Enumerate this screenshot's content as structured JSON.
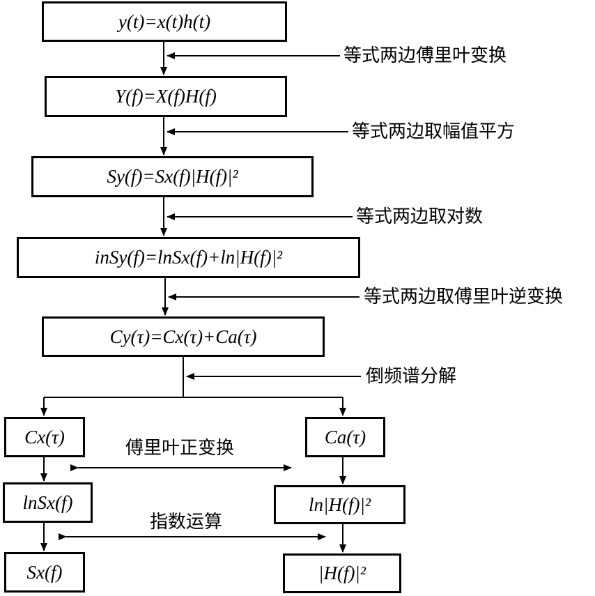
{
  "boxes": {
    "b1": "y(t)=x(t)h(t)",
    "b2": "Y(f)=X(f)H(f)",
    "b3": "Sy(f)=Sx(f)|H(f)|²",
    "b4": "inSy(f)=lnSx(f)+ln|H(f)|²",
    "b5": "Cy(τ)=Cx(τ)+Ca(τ)",
    "l1": "Cx(τ)",
    "l2": "lnSx(f)",
    "l3": "Sx(f)",
    "r1": "Ca(τ)",
    "r2": "ln|H(f)|²",
    "r3": "|H(f)|²"
  },
  "steps": {
    "s1": "等式两边傅里叶变换",
    "s2": "等式两边取幅值平方",
    "s3": "等式两边取对数",
    "s4": "等式两边取傅里叶逆变换",
    "s5": "倒频谱分解",
    "mid1": "傅里叶正变换",
    "mid2": "指数运算"
  }
}
